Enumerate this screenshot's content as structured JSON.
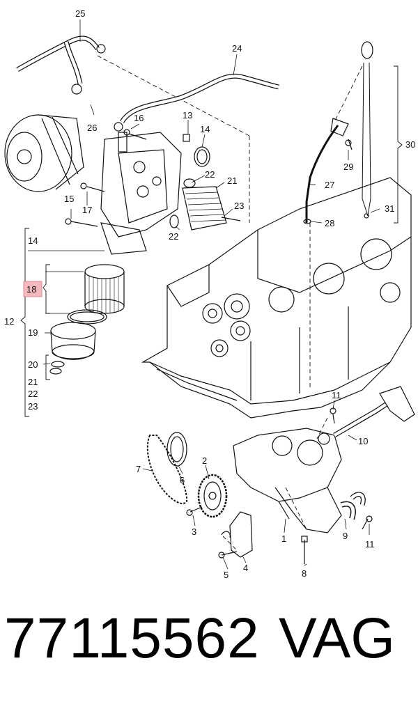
{
  "callouts": {
    "c1": "1",
    "c2": "2",
    "c3": "3",
    "c4": "4",
    "c5": "5",
    "c6": "6",
    "c7": "7",
    "c8": "8",
    "c9": "9",
    "c10": "10",
    "c11a": "11",
    "c11b": "11",
    "c12": "12",
    "c13": "13",
    "c14a": "14",
    "c14b": "14",
    "c15": "15",
    "c16": "16",
    "c17": "17",
    "c18": "18",
    "c19": "19",
    "c20": "20",
    "c21a": "21",
    "c21b": "21",
    "c22a": "22",
    "c22b": "22",
    "c22c": "22",
    "c23a": "23",
    "c23b": "23",
    "c24": "24",
    "c25": "25",
    "c26": "26",
    "c27": "27",
    "c28": "28",
    "c29": "29",
    "c30": "30",
    "c31": "31"
  },
  "footer": {
    "part_number": "77115562",
    "brand": "VAG"
  },
  "highlight_color": "#f4b8bd"
}
